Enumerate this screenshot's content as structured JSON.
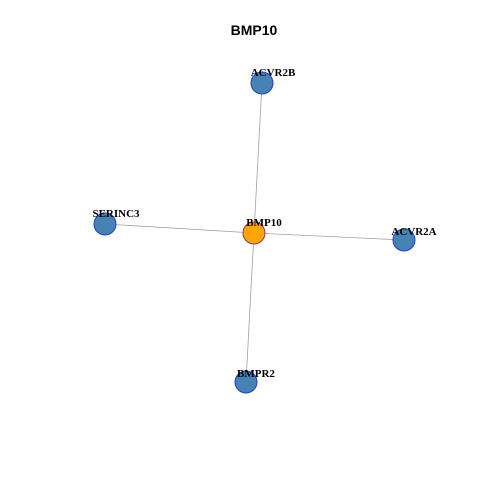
{
  "title": "BMP10",
  "colors": {
    "hub_fill": "#FFA500",
    "hub_stroke": "#8B3A62",
    "node_fill": "#4682B4",
    "node_stroke": "#1F3FCC",
    "edge": "#A0A0A0"
  },
  "network": {
    "nodes": [
      {
        "id": "BMP10",
        "label": "BMP10",
        "role": "hub"
      },
      {
        "id": "ACVR2B",
        "label": "ACVR2B",
        "role": "neighbor"
      },
      {
        "id": "SERINC3",
        "label": "SERINC3",
        "role": "neighbor"
      },
      {
        "id": "ACVR2A",
        "label": "ACVR2A",
        "role": "neighbor"
      },
      {
        "id": "BMPR2",
        "label": "BMPR2",
        "role": "neighbor"
      }
    ],
    "edges": [
      {
        "source": "BMP10",
        "target": "ACVR2B"
      },
      {
        "source": "BMP10",
        "target": "SERINC3"
      },
      {
        "source": "BMP10",
        "target": "ACVR2A"
      },
      {
        "source": "BMP10",
        "target": "BMPR2"
      }
    ]
  }
}
